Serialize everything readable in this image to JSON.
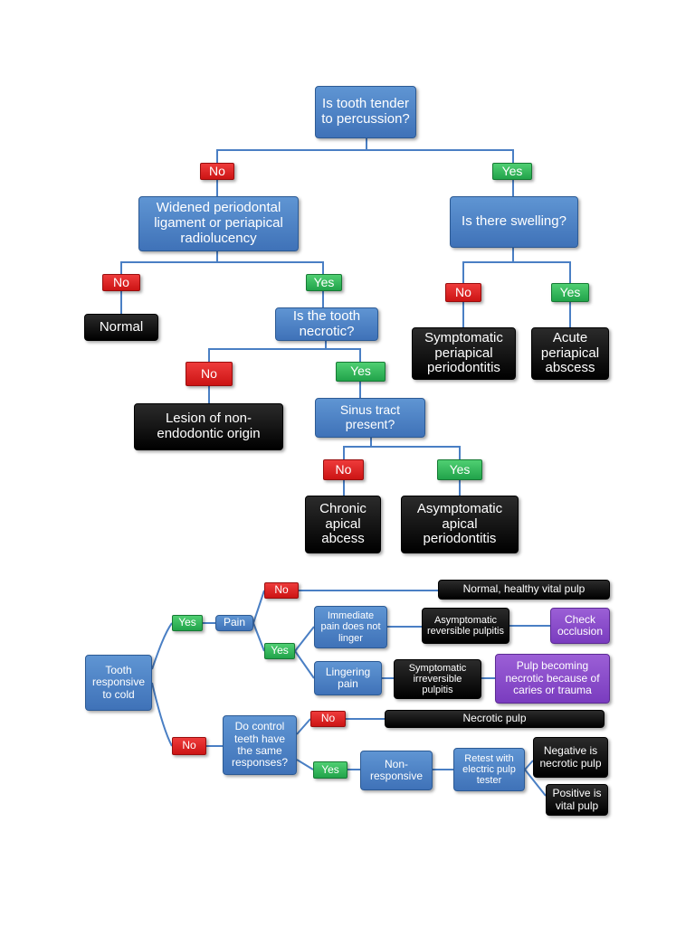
{
  "top_tree": {
    "q_percussion": "Is tooth tender to percussion?",
    "no_1": "No",
    "yes_1": "Yes",
    "q_widened": "Widened periodontal ligament or periapical radiolucency",
    "q_swelling": "Is there swelling?",
    "no_2": "No",
    "yes_2": "Yes",
    "no_3": "No",
    "yes_3": "Yes",
    "normal": "Normal",
    "q_necrotic": "Is the tooth necrotic?",
    "symptomatic_periodontitis": "Symptomatic periapical periodontitis",
    "acute_abscess": "Acute periapical abscess",
    "no_4": "No",
    "yes_4": "Yes",
    "lesion": "Lesion of non-endodontic origin",
    "q_sinus": "Sinus tract present?",
    "no_5": "No",
    "yes_5": "Yes",
    "chronic_abscess": "Chronic apical abcess",
    "asymptomatic_periodontitis": "Asymptomatic apical periodontitis"
  },
  "bottom_tree": {
    "tooth_cold": "Tooth responsive to cold",
    "yes_pain": "Yes",
    "pain": "Pain",
    "no_normal": "No",
    "normal_pulp": "Normal, healthy vital pulp",
    "yes_kinds": "Yes",
    "immediate": "Immediate pain does not linger",
    "asym_reversible": "Asymptomatic reversible pulpitis",
    "check_occlusion": "Check occlusion",
    "lingering": "Lingering pain",
    "sym_irreversible": "Symptomatic irreversible pulpitis",
    "pulp_becoming": "Pulp becoming necrotic because of caries or trauma",
    "no_control": "No",
    "control_teeth": "Do control teeth have the same responses?",
    "no_necrotic": "No",
    "necrotic_pulp": "Necrotic pulp",
    "yes_nonresp": "Yes",
    "non_responsive": "Non-responsive",
    "retest": "Retest with electric pulp tester",
    "negative": "Negative is necrotic pulp",
    "positive": "Positive is vital pulp"
  },
  "colors": {
    "question": "#4a7fc4",
    "outcome": "#000000",
    "no": "#dd2222",
    "yes": "#2eb85a",
    "action": "#8b4ccc",
    "connector": "#4a7fc4"
  }
}
